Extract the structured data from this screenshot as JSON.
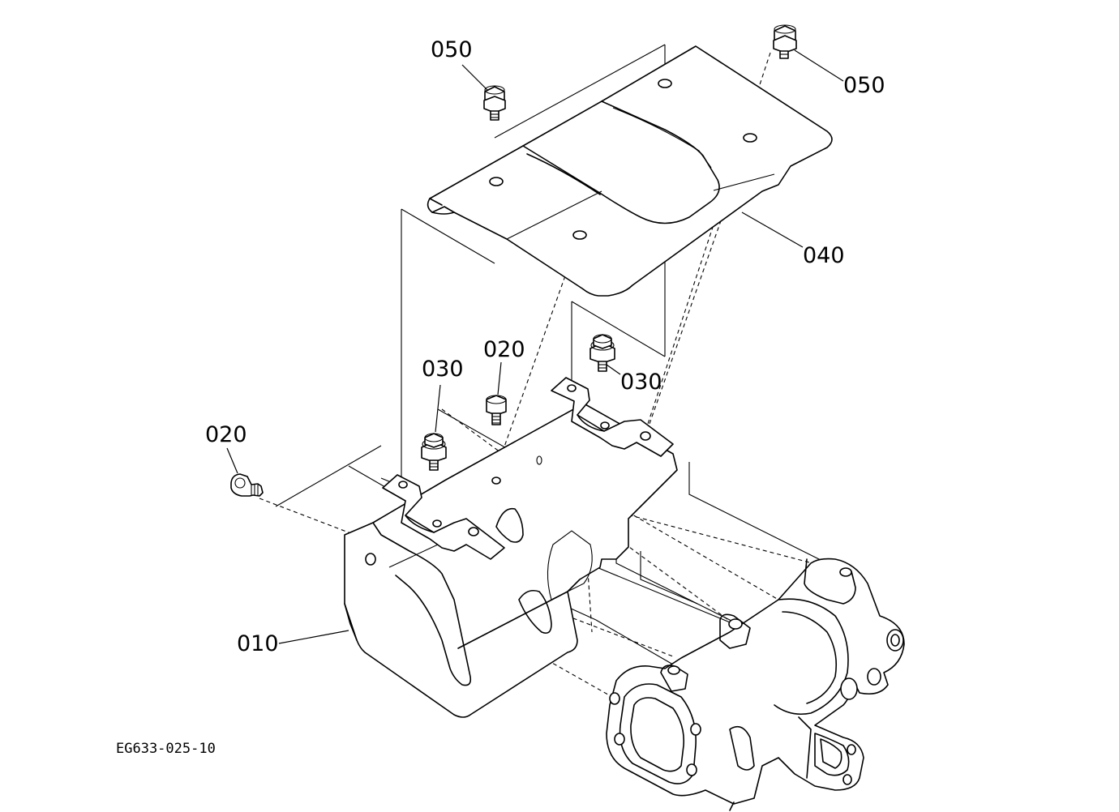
{
  "labels": {
    "p010": "010",
    "p020_left": "020",
    "p020_center": "020",
    "p030_left": "030",
    "p030_right": "030",
    "p040": "040",
    "p050_left": "050",
    "p050_right": "050"
  },
  "drawing_code": "EG633-025-10"
}
